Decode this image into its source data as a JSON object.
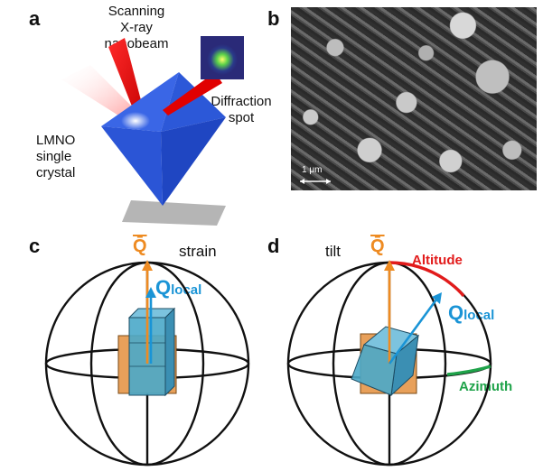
{
  "panels": {
    "a": {
      "label": "a",
      "beam_text": [
        "Scanning",
        "X-ray",
        "nanobeam"
      ],
      "spot_text": [
        "Diffraction",
        "spot"
      ],
      "crystal_text": [
        "LMNO",
        "single",
        "crystal"
      ]
    },
    "b": {
      "label": "b",
      "scale_label": "1 μm"
    },
    "c": {
      "label": "c",
      "q_label": "Q̄",
      "qlocal_main": "Q",
      "qlocal_sub": "local",
      "title": "strain"
    },
    "d": {
      "label": "d",
      "q_label": "Q̄",
      "qlocal_main": "Q",
      "qlocal_sub": "local",
      "title": "tilt",
      "altitude_label": "Altitude",
      "azimuth_label": "Azimuth"
    }
  },
  "colors": {
    "orange_arrow": "#ee8b22",
    "blue_arrow": "#1a94d6",
    "altitude": "#e21b1b",
    "azimuth": "#1fa34a",
    "cube_blue": "#4aa8c9",
    "slab_orange": "#e8a05a",
    "octahedron": "#2f6fe8"
  }
}
